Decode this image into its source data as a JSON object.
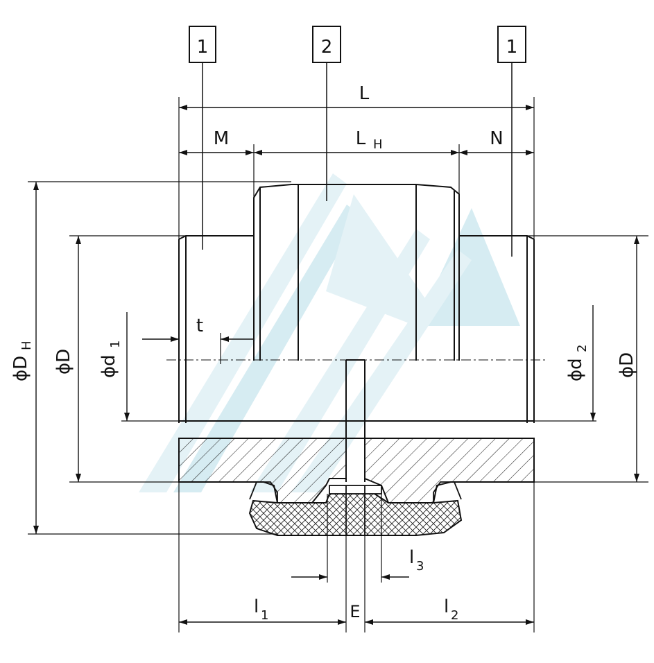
{
  "callouts": [
    "1",
    "2",
    "1"
  ],
  "dimensions": {
    "L": "L",
    "M": "M",
    "LH": "L",
    "LH_sub": "H",
    "N": "N",
    "DH": "ϕD",
    "DH_sub": "H",
    "D_left": "ϕD",
    "d1": "ϕd",
    "d1_sub": "1",
    "t": "t",
    "d2": "ϕd",
    "d2_sub": "2",
    "D_right": "ϕD",
    "l3": "l",
    "l3_sub": "3",
    "l1": "l",
    "l1_sub": "1",
    "E": "E",
    "l2": "l",
    "l2_sub": "2"
  },
  "watermark": {
    "colors": [
      "#cfe8f0",
      "#b5dde8"
    ]
  }
}
